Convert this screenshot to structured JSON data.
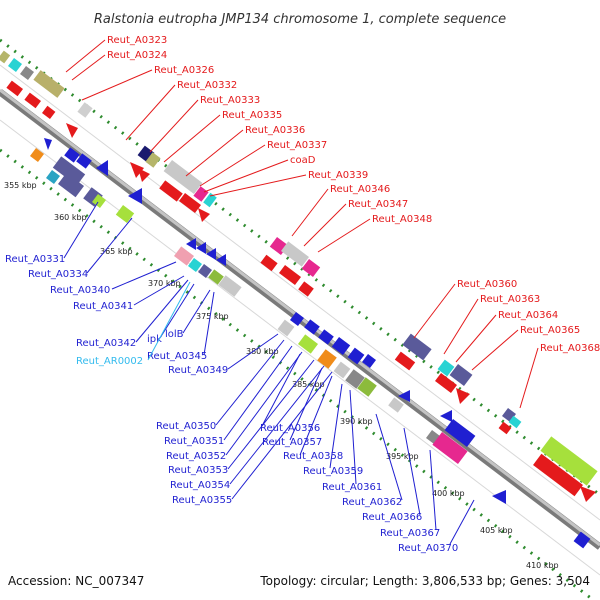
{
  "title": "Ralstonia eutropha JMP134 chromosome 1, complete sequence",
  "accession": "Accession: NC_007347",
  "topology": "Topology: circular; Length: 3,806,533 bp; Genes: 3,504",
  "colors": {
    "forward_label": "#e41a1c",
    "reverse_label": "#1f1fd1",
    "rna_label": "#33bbee",
    "backbone": "#9a9a9a",
    "tick": "#2e8b2e"
  },
  "scale_labels": [
    "355 kbp",
    "360 kbp",
    "365 kbp",
    "370 kbp",
    "375 kbp",
    "380 kbp",
    "385 kbp",
    "390 kbp",
    "395 kbp",
    "400 kbp",
    "405 kbp",
    "410 kbp"
  ],
  "forward_labels": [
    "Reut_A0323",
    "Reut_A0324",
    "Reut_A0326",
    "Reut_A0332",
    "Reut_A0333",
    "Reut_A0335",
    "Reut_A0336",
    "Reut_A0337",
    "coaD",
    "Reut_A0339",
    "Reut_A0346",
    "Reut_A0347",
    "Reut_A0348",
    "Reut_A0360",
    "Reut_A0363",
    "Reut_A0364",
    "Reut_A0365",
    "Reut_A0368"
  ],
  "reverse_labels": [
    "Reut_A0331",
    "Reut_A0334",
    "Reut_A0340",
    "Reut_A0341",
    "Reut_A0342",
    "ipk",
    "lolB",
    "Reut_A0345",
    "Reut_A0349",
    "Reut_A0350",
    "Reut_A0351",
    "Reut_A0352",
    "Reut_A0353",
    "Reut_A0354",
    "Reut_A0355",
    "Reut_A0356",
    "Reut_A0357",
    "Reut_A0358",
    "Reut_A0359",
    "Reut_A0361",
    "Reut_A0362",
    "Reut_A0366",
    "Reut_A0367",
    "Reut_A0370"
  ],
  "rna_labels": [
    "Reut_AR0002"
  ]
}
